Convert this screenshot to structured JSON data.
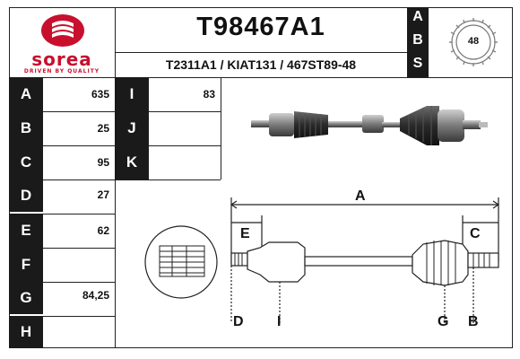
{
  "brand": {
    "name": "sorea",
    "tagline": "DRIVEN BY QUALITY",
    "accent_color": "#c8102e"
  },
  "product": {
    "code": "T98467A1",
    "references": "T2311A1 / KIAT131 / 467ST89-48"
  },
  "abs": {
    "letters": [
      "A",
      "B",
      "S"
    ],
    "teeth": "48"
  },
  "dimensions_left": [
    {
      "letter": "A",
      "value": "635"
    },
    {
      "letter": "B",
      "value": "25"
    },
    {
      "letter": "C",
      "value": "95"
    },
    {
      "letter": "D",
      "value": "27"
    },
    {
      "letter": "E",
      "value": "62"
    },
    {
      "letter": "F",
      "value": ""
    },
    {
      "letter": "G",
      "value": "84,25"
    },
    {
      "letter": "H",
      "value": ""
    }
  ],
  "dimensions_right": [
    {
      "letter": "I",
      "value": "83"
    },
    {
      "letter": "J",
      "value": ""
    },
    {
      "letter": "K",
      "value": ""
    }
  ],
  "diagram_labels": {
    "a": "A",
    "b": "B",
    "c": "C",
    "d": "D",
    "e": "E",
    "g": "G",
    "i": "I"
  }
}
